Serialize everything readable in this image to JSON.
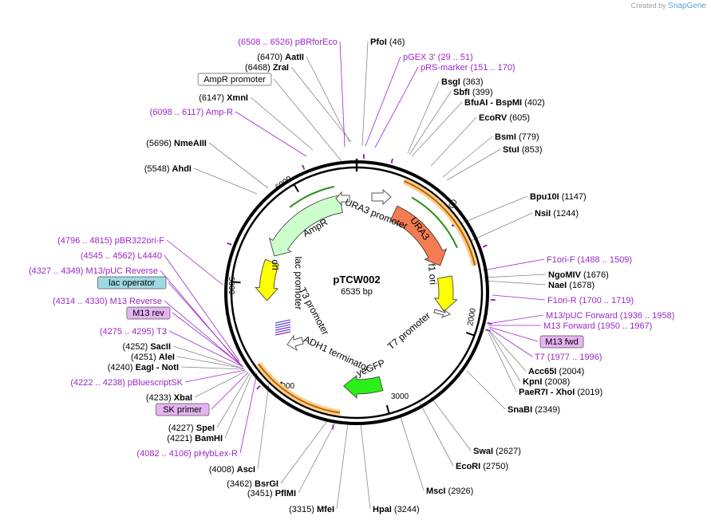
{
  "brand": {
    "created_by": "Created by",
    "name": "SnapGene"
  },
  "plasmid": {
    "name": "pTCW002",
    "size": "6535 bp"
  },
  "ticks": [
    {
      "n": 1000,
      "label": "1000"
    },
    {
      "n": 2000,
      "label": "2000"
    },
    {
      "n": 3000,
      "label": "3000"
    },
    {
      "n": 4000,
      "label": "4000"
    },
    {
      "n": 5000,
      "label": "5000"
    },
    {
      "n": 6000,
      "label": "6000"
    }
  ],
  "features": [
    {
      "name": "URA3 promoter",
      "label": "URA3 promoter",
      "kind": "promoter"
    },
    {
      "name": "URA3",
      "label": "URA3",
      "kind": "cds",
      "color": "#f47c52"
    },
    {
      "name": "f1 ori",
      "label": "f1 ori",
      "kind": "origin",
      "color": "#ffff00"
    },
    {
      "name": "T7 promoter",
      "label": "T7 promoter",
      "kind": "promoter"
    },
    {
      "name": "yeGFP",
      "label": "yeGFP",
      "kind": "cds",
      "color": "#2ef019"
    },
    {
      "name": "ADH1 terminator",
      "label": "ADH1 terminator",
      "kind": "terminator"
    },
    {
      "name": "T3 promoter",
      "label": "T3 promoter",
      "kind": "promoter"
    },
    {
      "name": "lac promoter",
      "label": "lac promoter",
      "kind": "promoter"
    },
    {
      "name": "ori",
      "label": "ori",
      "kind": "origin",
      "color": "#ffff00"
    },
    {
      "name": "AmpR",
      "label": "AmpR",
      "kind": "cds",
      "color": "#ccffcc"
    }
  ],
  "left_labels": [
    {
      "primary": "(6508 .. 6526)  pBRforEco",
      "type": "primer"
    },
    {
      "num": "(6470)",
      "enzyme": "AatII",
      "type": "enzyme"
    },
    {
      "num": "(6468)",
      "enzyme": "ZraI",
      "type": "enzyme"
    },
    {
      "primary": "AmpR promoter",
      "type": "boxed"
    },
    {
      "num": "(6147)",
      "enzyme": "XmnI",
      "type": "enzyme"
    },
    {
      "primary": "(6098 .. 6117)  Amp-R",
      "type": "primer"
    },
    {
      "num": "(5696)",
      "enzyme": "NmeAIII",
      "type": "enzyme"
    },
    {
      "num": "(5548)",
      "enzyme": "AhdI",
      "type": "enzyme"
    },
    {
      "primary": "(4796 .. 4815)  pBR322ori-F",
      "type": "primer"
    },
    {
      "primary": "(4545 .. 4562)  L4440",
      "type": "primer"
    },
    {
      "primary": "(4327 .. 4349)  M13/pUC Reverse",
      "type": "primer"
    },
    {
      "primary": "lac operator",
      "type": "boxed-blue"
    },
    {
      "primary": "(4314 .. 4330)  M13 Reverse",
      "type": "primer"
    },
    {
      "primary": "M13 rev",
      "type": "boxed-purple"
    },
    {
      "primary": "(4275 .. 4295)  T3",
      "type": "primer"
    },
    {
      "num": "(4252)",
      "enzyme": "SacII",
      "type": "enzyme"
    },
    {
      "num": "(4251)",
      "enzyme": "AleI",
      "type": "enzyme"
    },
    {
      "num": "(4240)",
      "enzyme": "EagI  -  NotI",
      "type": "enzyme"
    },
    {
      "primary": "(4222 .. 4238)  pBluescriptSK",
      "type": "primer"
    },
    {
      "num": "(4233)",
      "enzyme": "XbaI",
      "type": "enzyme"
    },
    {
      "primary": "SK primer",
      "type": "boxed-purple"
    },
    {
      "num": "(4227)",
      "enzyme": "SpeI",
      "type": "enzyme"
    },
    {
      "num": "(4221)",
      "enzyme": "BamHI",
      "type": "enzyme"
    },
    {
      "primary": "(4082 .. 4106)  pHybLex-R",
      "type": "primer"
    },
    {
      "num": "(4008)",
      "enzyme": "AscI",
      "type": "enzyme"
    },
    {
      "num": "(3462)",
      "enzyme": "BsrGI",
      "type": "enzyme"
    },
    {
      "num": "(3451)",
      "enzyme": "PflMI",
      "type": "enzyme"
    },
    {
      "num": "(3315)",
      "enzyme": "MfeI",
      "type": "enzyme"
    }
  ],
  "right_labels": [
    {
      "enzyme": "PfoI",
      "num": "(46)",
      "type": "enzyme"
    },
    {
      "primary": "pGEX 3'     (29 .. 51)",
      "type": "primer"
    },
    {
      "primary": "pRS-marker     (151 .. 170)",
      "type": "primer"
    },
    {
      "enzyme": "BsgI",
      "num": "(363)",
      "type": "enzyme"
    },
    {
      "enzyme": "SbfI",
      "num": "(399)",
      "type": "enzyme"
    },
    {
      "enzyme": "BfuAI  -  BspMI",
      "num": "(402)",
      "type": "enzyme"
    },
    {
      "enzyme": "EcoRV",
      "num": "(605)",
      "type": "enzyme"
    },
    {
      "enzyme": "BsmI",
      "num": "(779)",
      "type": "enzyme"
    },
    {
      "enzyme": "StuI",
      "num": "(853)",
      "type": "enzyme"
    },
    {
      "enzyme": "Bpu10I",
      "num": "(1147)",
      "type": "enzyme"
    },
    {
      "enzyme": "NsiI",
      "num": "(1244)",
      "type": "enzyme"
    },
    {
      "primary": "F1ori-F     (1488 .. 1509)",
      "type": "primer"
    },
    {
      "enzyme": "NgoMIV",
      "num": "(1676)",
      "type": "enzyme"
    },
    {
      "enzyme": "NaeI",
      "num": "(1678)",
      "type": "enzyme"
    },
    {
      "primary": "F1ori-R     (1700 .. 1719)",
      "type": "primer"
    },
    {
      "primary": "M13/pUC Forward     (1936 .. 1958)",
      "type": "primer"
    },
    {
      "primary": "M13 Forward     (1950 .. 1967)",
      "type": "primer"
    },
    {
      "primary": "M13 fwd",
      "type": "boxed-purple"
    },
    {
      "primary": "T7     (1977 .. 1996)",
      "type": "primer"
    },
    {
      "enzyme": "Acc65I",
      "num": "(2004)",
      "type": "enzyme"
    },
    {
      "enzyme": "KpnI",
      "num": "(2008)",
      "type": "enzyme"
    },
    {
      "enzyme": "PaeR7I  -  XhoI",
      "num": "(2019)",
      "type": "enzyme"
    },
    {
      "enzyme": "SnaBI",
      "num": "(2349)",
      "type": "enzyme"
    },
    {
      "enzyme": "SwaI",
      "num": "(2627)",
      "type": "enzyme"
    },
    {
      "enzyme": "EcoRI",
      "num": "(2750)",
      "type": "enzyme"
    },
    {
      "enzyme": "MscI",
      "num": "(2926)",
      "type": "enzyme"
    },
    {
      "enzyme": "HpaI",
      "num": "(3244)",
      "type": "enzyme"
    }
  ]
}
